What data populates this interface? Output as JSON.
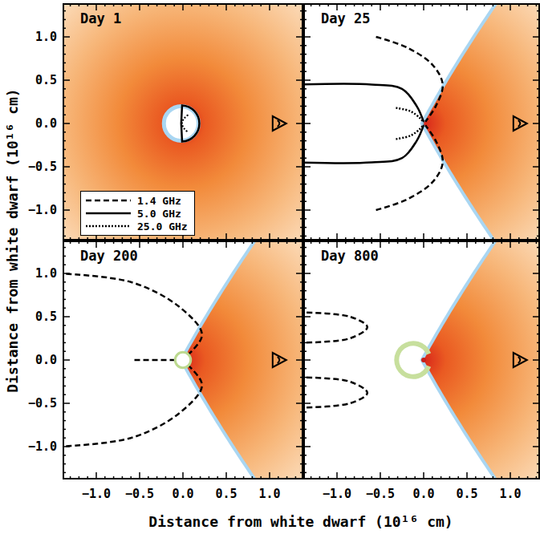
{
  "diagram": {
    "nodes": [
      {
        "text": [
          "Day 1"
        ]
      },
      {
        "text": [
          "Day 25"
        ]
      },
      {
        "text": [
          "Day 200"
        ]
      },
      {
        "text": [
          "Day 800"
        ]
      }
    ],
    "labels": [
      "Distance from white dwarf (10¹⁶ cm)",
      "1.0",
      "0.5",
      "0.0",
      "−0.5",
      "−1.0",
      "1.0",
      "0.5",
      "0.0",
      "−0.5",
      "−1.0",
      "−1.0",
      "−0.5",
      "0.0",
      "0.5",
      "1.0",
      "−1.0",
      "−0.5",
      "0.0",
      "0.5",
      "1.0",
      "Distance from white dwarf (10¹⁶ cm)"
    ],
    "legend": [
      {
        "text": "1.4 GHz"
      },
      {
        "text": "5.0 GHz"
      },
      {
        "text": "25.0 GHz"
      }
    ]
  }
}
